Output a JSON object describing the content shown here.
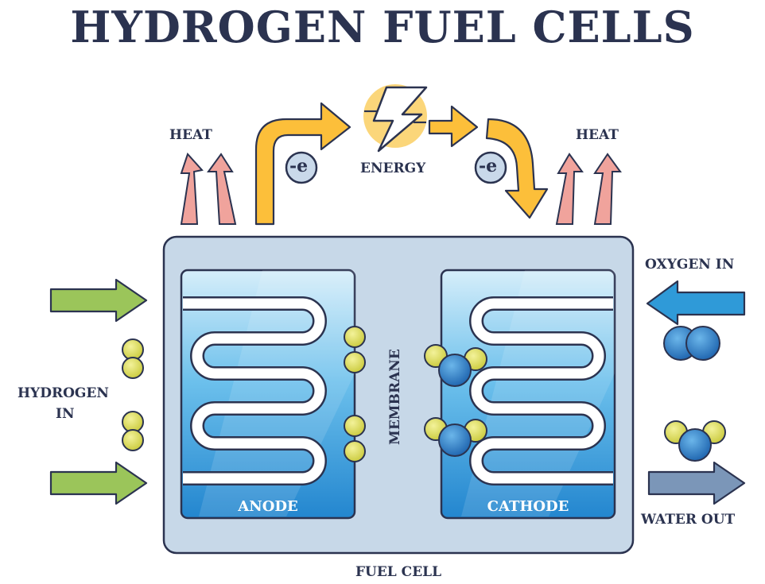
{
  "title": "HYDROGEN FUEL CELLS",
  "labels": {
    "heat_left": "HEAT",
    "heat_right": "HEAT",
    "energy": "ENERGY",
    "electron": "-e",
    "oxygen_in": "OXYGEN IN",
    "hydrogen_in_line1": "HYDROGEN",
    "hydrogen_in_line2": "IN",
    "membrane": "MEMBRANE",
    "anode": "ANODE",
    "cathode": "CATHODE",
    "water_out": "WATER OUT",
    "fuel_cell": "FUEL CELL"
  },
  "colors": {
    "outline": "#2b3350",
    "heat_arrow": "#f0a39c",
    "energy_arrow": "#fcbf3a",
    "energy_sun": "#fbd67a",
    "hydrogen_arrow": "#9bc55a",
    "oxygen_arrow": "#2f9ad8",
    "water_arrow": "#7b96b8",
    "cell_body": "#c6d8e8",
    "electrode_top": "#cfeaf8",
    "electrode_bottom": "#2589d1",
    "hydrogen_atom": "#dfe05a",
    "oxygen_atom": "#2c7fc8"
  }
}
